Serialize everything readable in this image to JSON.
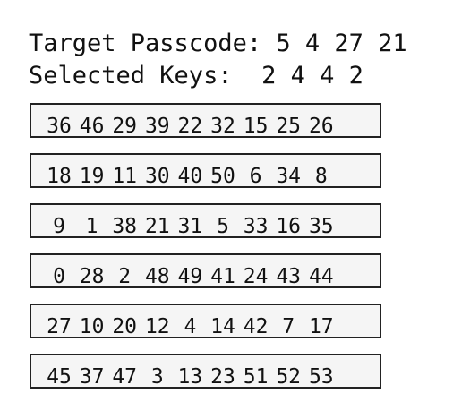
{
  "header": {
    "target_label": "Target Passcode:",
    "target_value": "5 4 27 21",
    "selected_label": "Selected Keys:",
    "selected_value": "2 4 4 2"
  },
  "keypad": {
    "rows": [
      [
        "36",
        "46",
        "29",
        "39",
        "22",
        "32",
        "15",
        "25",
        "26"
      ],
      [
        "18",
        "19",
        "11",
        "30",
        "40",
        "50",
        "6",
        "34",
        "8"
      ],
      [
        "9",
        "1",
        "38",
        "21",
        "31",
        "5",
        "33",
        "16",
        "35"
      ],
      [
        "0",
        "28",
        "2",
        "48",
        "49",
        "41",
        "24",
        "43",
        "44"
      ],
      [
        "27",
        "10",
        "20",
        "12",
        "4",
        "14",
        "42",
        "7",
        "17"
      ],
      [
        "45",
        "37",
        "47",
        "3",
        "13",
        "23",
        "51",
        "52",
        "53"
      ]
    ]
  }
}
